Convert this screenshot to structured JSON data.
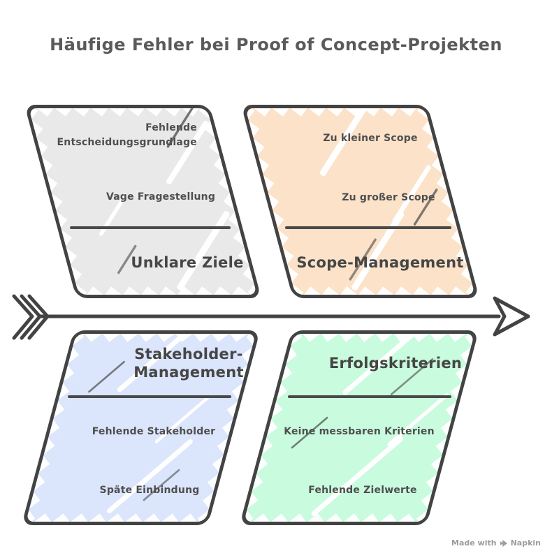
{
  "page": {
    "title": "Häufige Fehler bei Proof of Concept-Projekten",
    "background": "#ffffff"
  },
  "diagram": {
    "type": "fishbone",
    "arrow": {
      "direction": "right",
      "color": "#434343"
    },
    "colors": {
      "stroke": "#434343",
      "divider": "#4a4a4a",
      "title_text": "#5a5a5a",
      "label_text": "#464646",
      "item_text": "#4e4e4e"
    },
    "categories": [
      {
        "label": "Unklare Ziele",
        "position": "top-left",
        "fill": "#e9e9e9",
        "items": [
          "Fehlende Entscheidungsgrundlage",
          "Vage Fragestellung"
        ]
      },
      {
        "label": "Scope-Management",
        "position": "top-right",
        "fill": "#fbe2c9",
        "items": [
          "Zu kleiner Scope",
          "Zu großer Scope"
        ]
      },
      {
        "label": "Stakeholder-Management",
        "position": "bottom-left",
        "fill": "#dbe5fb",
        "items": [
          "Fehlende Stakeholder",
          "Späte Einbindung"
        ]
      },
      {
        "label": "Erfolgskriterien",
        "position": "bottom-right",
        "fill": "#c9fbde",
        "items": [
          "Keine messbaren Kriterien",
          "Fehlende Zielwerte"
        ]
      }
    ]
  },
  "watermark": {
    "made_with": "Made with",
    "brand": "Napkin"
  }
}
